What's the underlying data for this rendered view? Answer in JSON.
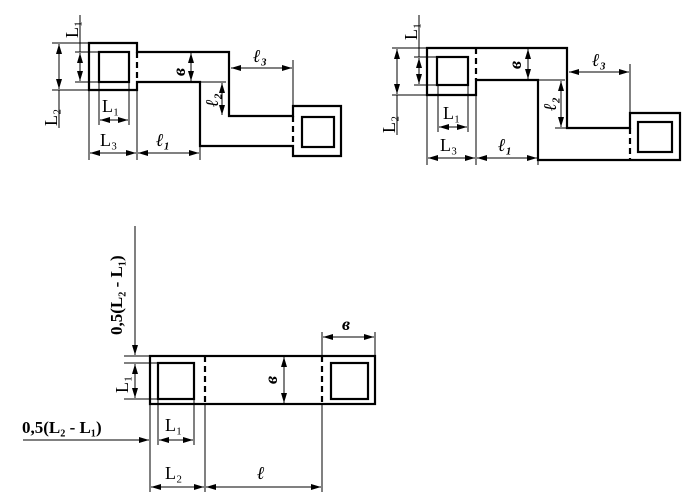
{
  "figure_top_left": {
    "labels": {
      "L1_vertical": "L₁",
      "L2": "L₂",
      "L1_horizontal": "L₁",
      "L3": "L₃",
      "l1": "ℓ₁",
      "b": "в",
      "l2": "ℓ₂",
      "l3": "ℓ₃"
    }
  },
  "figure_top_right": {
    "labels": {
      "L1_vertical": "L₁",
      "L2": "L₂",
      "L1_horizontal": "L₁",
      "L3": "L₃",
      "l1": "ℓ₁",
      "b": "в",
      "l2": "ℓ₂",
      "l3": "ℓ₃"
    }
  },
  "figure_bottom": {
    "labels": {
      "offset_vertical": "0,5(L₂ - L₁)",
      "L1_vertical": "L₁",
      "offset_horizontal": "0,5(L₂ - L₁)",
      "L1_horizontal": "L₁",
      "L2": "L₂",
      "l": "ℓ",
      "b_width": "в",
      "b_pad": "в"
    }
  }
}
